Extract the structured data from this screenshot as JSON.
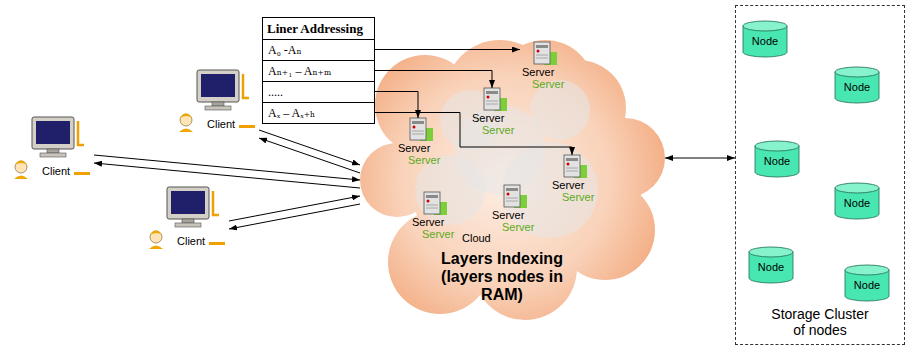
{
  "diagram": {
    "nodes": [
      {
        "text": [
          "Client"
        ]
      },
      {
        "text": [
          "Client"
        ]
      },
      {
        "text": [
          "Client"
        ]
      },
      {
        "text": [
          "Liner Addressing"
        ]
      },
      {
        "text": [
          "A₀ -Aₙ"
        ],
        "in": 3
      },
      {
        "text": [
          "Aₙ₊₁ – Aₙ₊ₘ"
        ],
        "in": 3
      },
      {
        "text": [
          "....."
        ],
        "in": 3
      },
      {
        "text": [
          "Aₓ – Aₓ₊ₕ"
        ],
        "in": 3
      },
      {
        "text": [
          "Cloud",
          "Layers Indexing (layers nodes in RAM)"
        ]
      },
      {
        "text": [
          "Server",
          "Server"
        ],
        "in": 8
      },
      {
        "text": [
          "Server",
          "Server"
        ],
        "in": 8
      },
      {
        "text": [
          "Server",
          "Server"
        ],
        "in": 8
      },
      {
        "text": [
          "Server",
          "Server"
        ],
        "in": 8
      },
      {
        "text": [
          "Server",
          "Server"
        ],
        "in": 8
      },
      {
        "text": [
          "Server",
          "Server"
        ],
        "in": 8
      },
      {
        "text": [
          "Storage Cluster of nodes"
        ]
      },
      {
        "text": [
          "Node"
        ],
        "in": 15
      },
      {
        "text": [
          "Node"
        ],
        "in": 15
      },
      {
        "text": [
          "Node"
        ],
        "in": 15
      },
      {
        "text": [
          "Node"
        ],
        "in": 15
      },
      {
        "text": [
          "Node"
        ],
        "in": 15
      },
      {
        "text": [
          "Node"
        ],
        "in": 15
      }
    ],
    "edges": [
      {
        "from": 0,
        "to": 8,
        "arrow": "to"
      },
      {
        "from": 8,
        "to": 0,
        "arrow": "to"
      },
      {
        "from": 1,
        "to": 8,
        "arrow": "to"
      },
      {
        "from": 8,
        "to": 1,
        "arrow": "to"
      },
      {
        "from": 2,
        "to": 8,
        "arrow": "to"
      },
      {
        "from": 8,
        "to": 2,
        "arrow": "to"
      },
      {
        "from": 4,
        "to": 9,
        "arrow": "to"
      },
      {
        "from": 5,
        "to": 10,
        "arrow": "to"
      },
      {
        "from": 6,
        "to": 11,
        "arrow": "to"
      },
      {
        "from": 7,
        "to": 12,
        "arrow": "to"
      },
      {
        "from": 8,
        "to": 15,
        "arrow": "both"
      }
    ]
  }
}
